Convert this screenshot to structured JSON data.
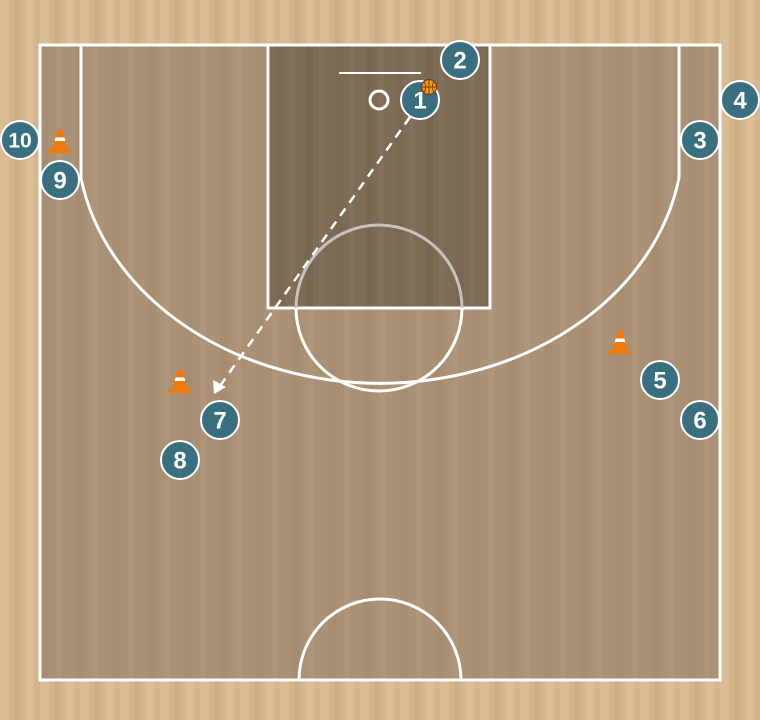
{
  "colors": {
    "wood_light": "#d6b68e",
    "wood_dark": "#c9a77c",
    "court_fill": "#a88e72",
    "paint_fill": "#7d6a55",
    "line_white": "#ffffff",
    "player_fill": "#3a6f80",
    "player_stroke": "#ffffff",
    "cone_orange": "#f07a10",
    "ball_orange": "#f29a1e"
  },
  "players": [
    {
      "label": "1"
    },
    {
      "label": "2"
    },
    {
      "label": "3"
    },
    {
      "label": "4"
    },
    {
      "label": "5"
    },
    {
      "label": "6"
    },
    {
      "label": "7"
    },
    {
      "label": "8"
    },
    {
      "label": "9"
    },
    {
      "label": "10"
    }
  ],
  "cones": [
    {
      "icon": "traffic-cone-icon"
    },
    {
      "icon": "traffic-cone-icon"
    },
    {
      "icon": "traffic-cone-icon"
    }
  ],
  "ball": {
    "icon": "basketball-icon",
    "holder": "1"
  },
  "pass": {
    "from": "1",
    "to": "7",
    "style": "dashed"
  }
}
